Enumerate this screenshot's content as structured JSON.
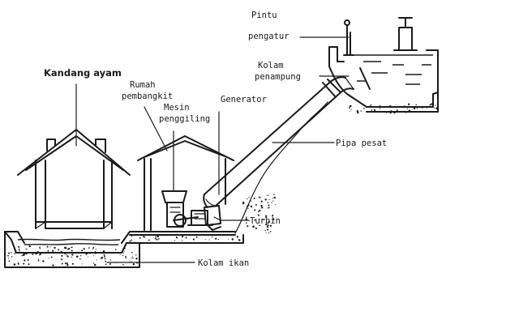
{
  "labels": {
    "kandang_ayam": "Kandang ayam",
    "rumah_pembangkit_1": "Rumah",
    "rumah_pembangkit_2": "pembangkit",
    "mesin_penggiling_1": "Mesin",
    "mesin_penggiling_2": "penggiling",
    "generator": "Generator",
    "pintu_pengatur_1": "Pintu",
    "pintu_pengatur_2": "pengatur",
    "kolam_penampung_1": "Kolam",
    "kolam_penampung_2": "penampung",
    "pipa_pesat": "Pipa pesat",
    "turbin": "Turbin",
    "kolam_ikan": "Kolam ikan"
  }
}
